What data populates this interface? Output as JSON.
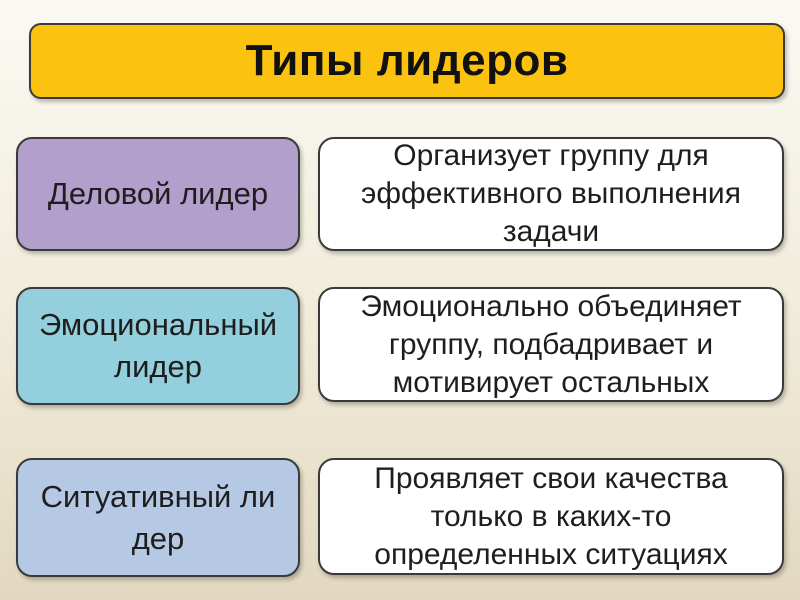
{
  "title": "Типы лидеров",
  "rows": [
    {
      "type": "Деловой лидер",
      "description": "Организует группу для эффективного выполнения задачи",
      "color": "#b29fcb"
    },
    {
      "type": "Эмоциональный лидер",
      "description": "Эмоционально объединяет группу, подбадривает и мотивирует остальных",
      "color": "#93cfdc"
    },
    {
      "type": "Ситуативный лидер",
      "description": "Проявляет свои качества только в каких-то определенных ситуациях",
      "color": "#b6c9e4"
    }
  ],
  "colors": {
    "title_background": "#fbc30f",
    "description_background": "#ffffff",
    "border": "#3a3a3a"
  }
}
